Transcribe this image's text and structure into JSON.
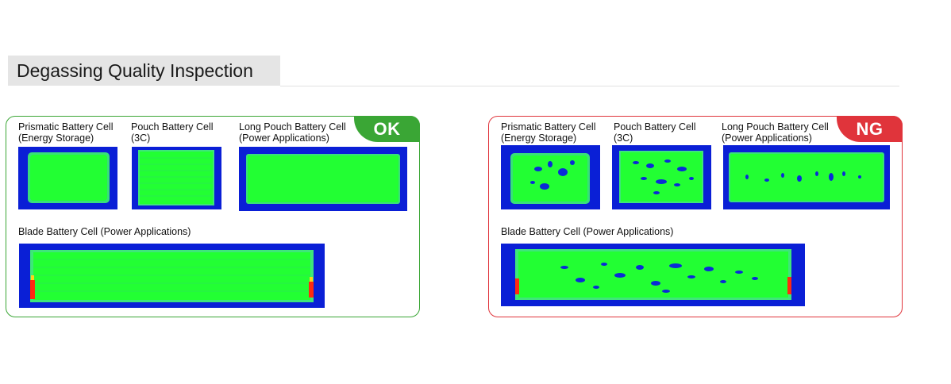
{
  "page": {
    "title": "Degassing Quality Inspection"
  },
  "panels": {
    "ok": {
      "badge": "OK",
      "prismatic": {
        "line1": "Prismatic Battery Cell",
        "line2": " (Energy Storage)"
      },
      "pouch": {
        "line1": "Pouch Battery Cell",
        "line2": " (3C)"
      },
      "long_pouch": {
        "line1": "Long Pouch Battery Cell",
        "line2": "(Power Applications)"
      },
      "blade": {
        "line1": "Blade Battery Cell (Power Applications)"
      },
      "border_color": "#3aa635"
    },
    "ng": {
      "badge": "NG",
      "prismatic": {
        "line1": "Prismatic Battery Cell",
        "line2": " (Energy Storage)"
      },
      "pouch": {
        "line1": "Pouch Battery Cell",
        "line2": "  (3C)"
      },
      "long_pouch": {
        "line1": "Long Pouch Battery Cell",
        "line2": "(Power Applications)"
      },
      "blade": {
        "line1": "Blade Battery Cell (Power Applications)"
      },
      "border_color": "#e0343b"
    }
  },
  "colors": {
    "scan_background": "#0a1fd6",
    "scan_cell": "#22ff33",
    "scan_edge": "#7dd9a0",
    "defect": "#0a2bd6",
    "hot": "#ff2a10"
  }
}
